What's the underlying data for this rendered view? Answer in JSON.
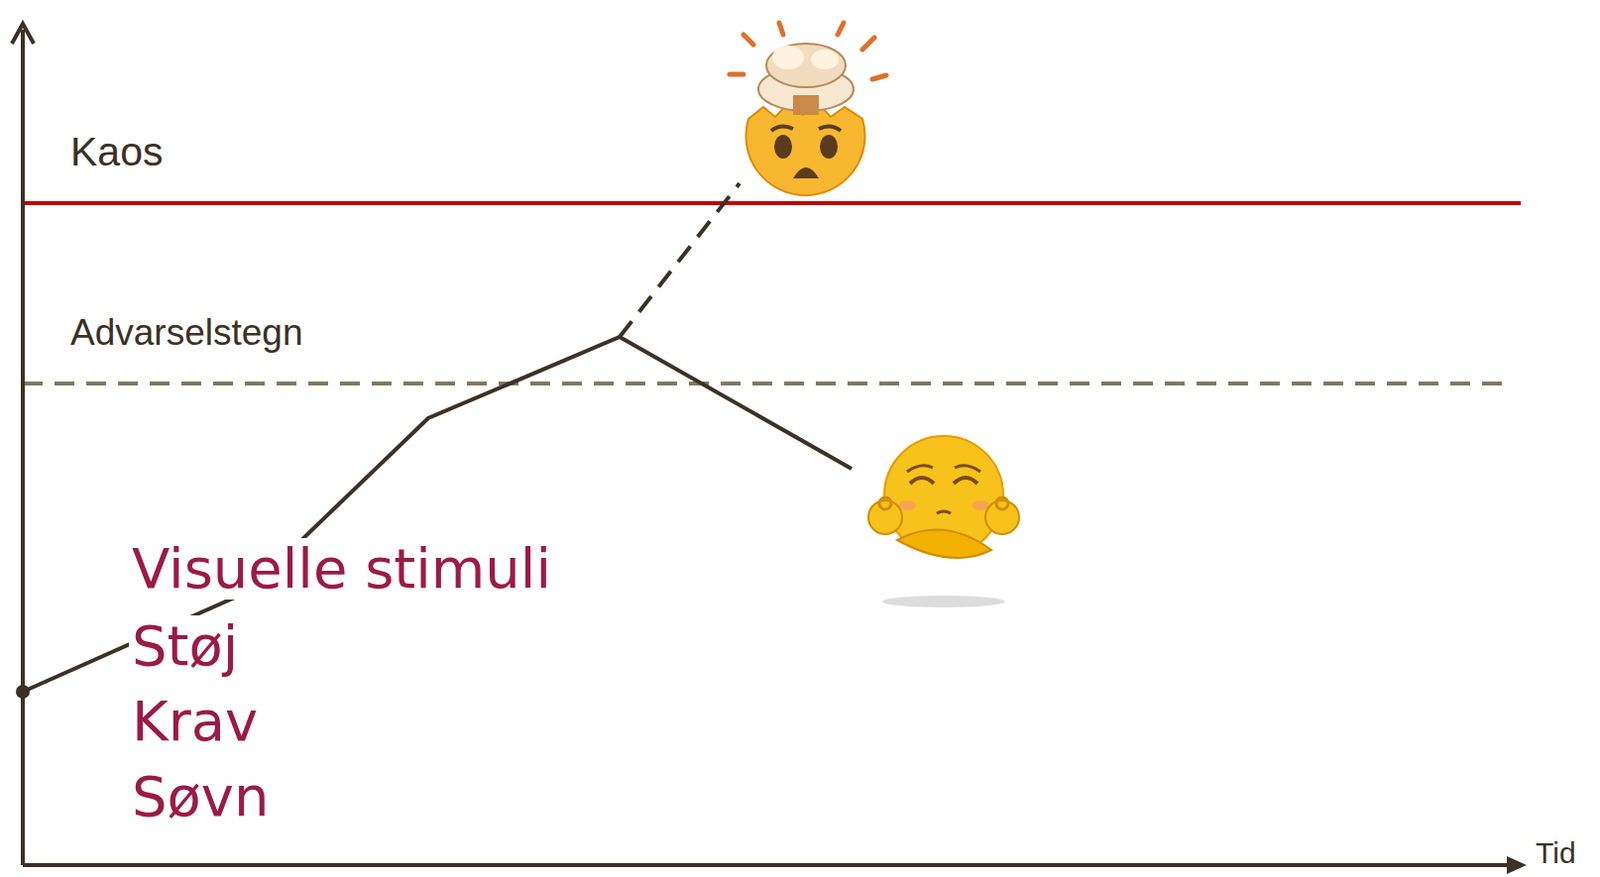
{
  "diagram": {
    "labels": [
      "Kaos",
      "Advarselstegn",
      "Visuelle stimuli",
      "Støj",
      "Krav",
      "Søvn",
      "Tid"
    ]
  }
}
